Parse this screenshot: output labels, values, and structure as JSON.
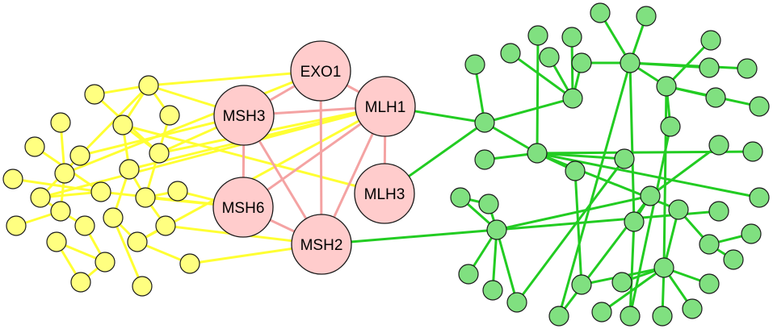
{
  "colors": {
    "yellow_node": "#ffff80",
    "yellow_edge": "#ffff33",
    "pink_node": "#ffcccc",
    "pink_edge": "#f4a3a3",
    "green_node": "#80e080",
    "green_edge": "#22cc22",
    "node_stroke": "#1a1a1a"
  },
  "labels": {
    "exo1": "EXO1",
    "msh3": "MSH3",
    "mlh1": "MLH1",
    "mlh3": "MLH3",
    "msh6": "MSH6",
    "msh2": "MSH2"
  }
}
